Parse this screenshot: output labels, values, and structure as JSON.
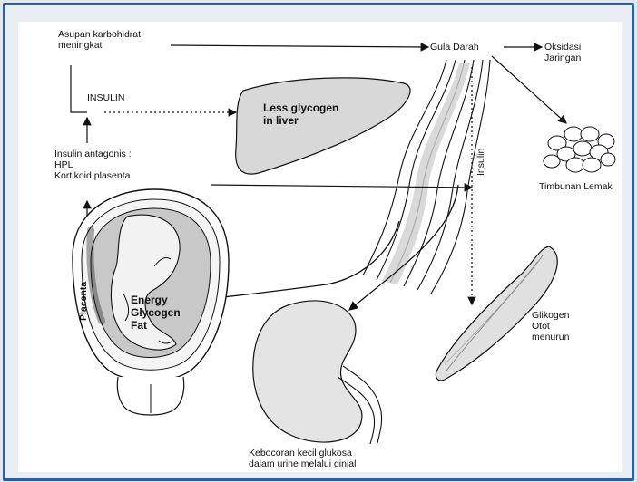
{
  "labels": {
    "intake": [
      "Asupan karbohidrat",
      "meningkat"
    ],
    "blood_sugar": "Gula Darah",
    "oxidation": [
      "Oksidasi",
      "Jaringan"
    ],
    "insulin_left": "INSULIN",
    "liver_text": [
      "Less glycogen",
      "in liver"
    ],
    "antagonists": [
      "Insulin antagonis :",
      "HPL",
      "Kortikoid plasenta"
    ],
    "insulin_vertical": "Insulin",
    "fat_store": "Timbunan Lemak",
    "placenta": "Placenta",
    "fetus_text": [
      "Energy",
      "Glycogen",
      "Fat"
    ],
    "muscle_text": [
      "Glikogen",
      "Otot",
      "menurun"
    ],
    "kidney_text": [
      "Kebocoran kecil glukosa",
      "dalam urine melalui ginjal"
    ]
  },
  "colors": {
    "frame_border": "#2b5ea1",
    "organ_fill": "#d8d8d8",
    "line": "#111111"
  }
}
